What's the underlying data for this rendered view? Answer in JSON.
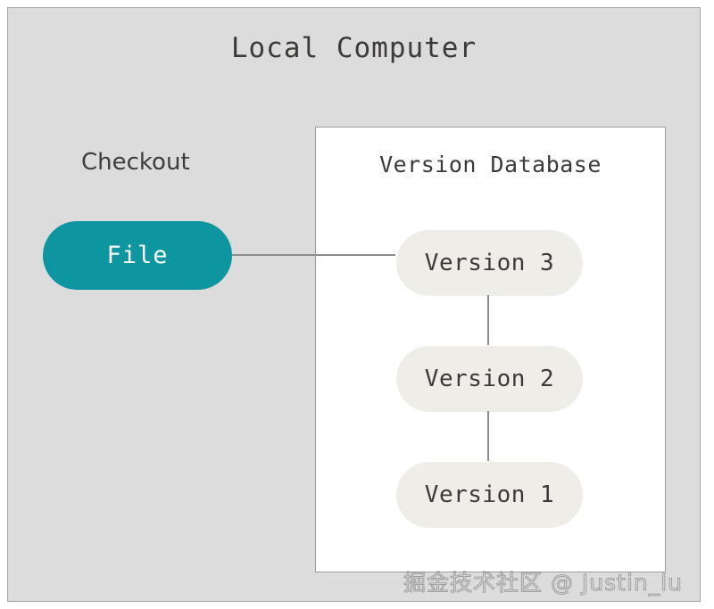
{
  "diagram": {
    "title": "Local Computer",
    "checkout_label": "Checkout",
    "version_database": {
      "title": "Version Database",
      "versions": [
        {
          "label": "Version 3"
        },
        {
          "label": "Version 2"
        },
        {
          "label": "Version 1"
        }
      ]
    },
    "file_node": {
      "label": "File"
    },
    "watermark": "掘金技术社区 @ Justin_lu",
    "colors": {
      "canvas_background": "#dcdcdc",
      "canvas_border": "#a8a8a8",
      "panel_background": "#ffffff",
      "panel_border": "#9d9d9d",
      "file_node_fill": "#0d96a0",
      "file_node_text": "#ffffff",
      "version_node_fill": "#eeede7",
      "version_node_text": "#3b3b3b",
      "title_text": "#3c3a38",
      "connector_line": "#8c8c8c"
    }
  }
}
